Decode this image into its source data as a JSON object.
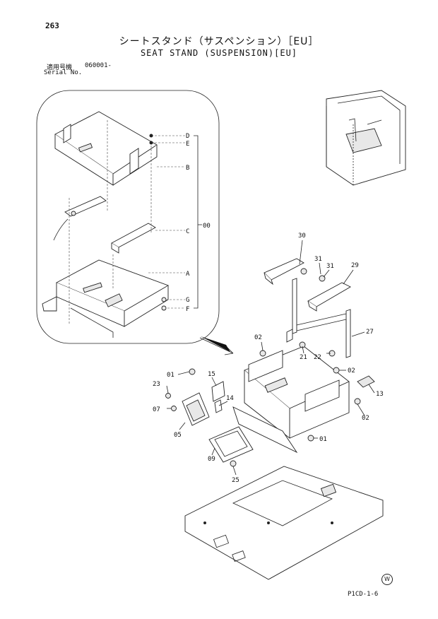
{
  "header": {
    "page_number": "263",
    "title_jp": "シートスタンド（サスペンション）［EU］",
    "title_en": "SEAT STAND (SUSPENSION)[EU]",
    "serial_label_jp": "適用号機",
    "serial_value": "060001-",
    "serial_label_en": "Serial No."
  },
  "footer": {
    "code": "P1CD-1-6",
    "watermark": "W"
  },
  "callouts": {
    "group_labels": [
      "D",
      "E",
      "B",
      "C",
      "A",
      "G",
      "F"
    ],
    "group_assembly": "00",
    "parts": [
      "30",
      "31",
      "31",
      "29",
      "27",
      "02",
      "21",
      "22",
      "02",
      "13",
      "02",
      "01",
      "15",
      "23",
      "14",
      "07",
      "05",
      "09",
      "01",
      "25"
    ]
  }
}
